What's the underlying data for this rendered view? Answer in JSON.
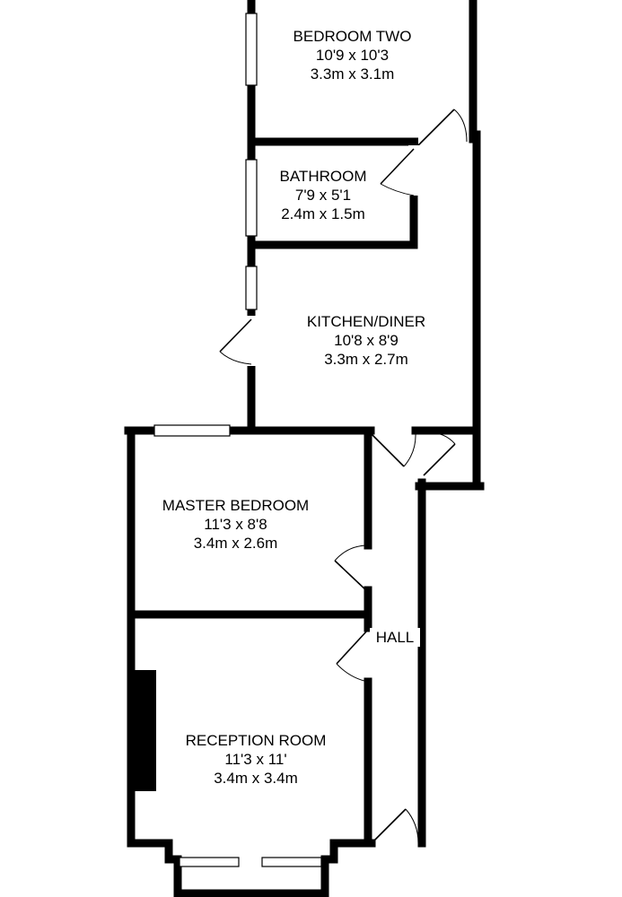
{
  "rooms": {
    "bedroom_two": {
      "name": "BEDROOM TWO",
      "imperial": "10'9 x 10'3",
      "metric": "3.3m x 3.1m"
    },
    "bathroom": {
      "name": "BATHROOM",
      "imperial": "7'9 x 5'1",
      "metric": "2.4m x 1.5m"
    },
    "kitchen": {
      "name": "KITCHEN/DINER",
      "imperial": "10'8 x 8'9",
      "metric": "3.3m x 2.7m"
    },
    "master_bedroom": {
      "name": "MASTER BEDROOM",
      "imperial": "11'3 x 8'8",
      "metric": "3.4m x 2.6m"
    },
    "reception": {
      "name": "RECEPTION ROOM",
      "imperial": "11'3 x 11'",
      "metric": "3.4m x 3.4m"
    },
    "hall": {
      "name": "HALL"
    }
  },
  "colors": {
    "wall": "#000000",
    "background": "#ffffff"
  }
}
